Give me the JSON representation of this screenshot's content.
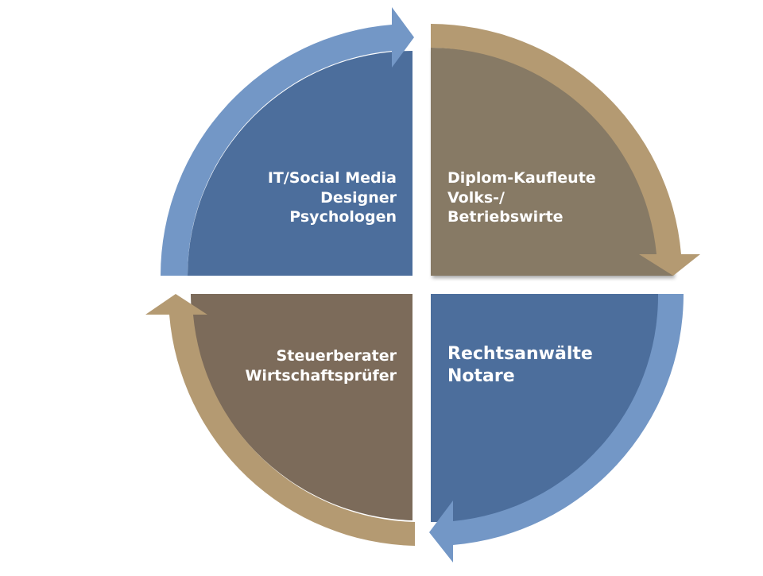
{
  "colors": {
    "blue_fill": "#4c6e9c",
    "blue_arrow": "#7397c6",
    "brown_fill": "#877a65",
    "brown_fill_dark": "#7c6b5a",
    "tan_arrow": "#b49a72",
    "text": "#ffffff"
  },
  "quadrants": {
    "top_left": {
      "lines": [
        "IT/Social Media",
        "Designer",
        "Psychologen"
      ]
    },
    "top_right": {
      "lines": [
        "Diplom-Kaufleute",
        "Volks-/",
        "Betriebswirte"
      ]
    },
    "bottom_right": {
      "lines": [
        "Rechtsanwälte",
        "Notare"
      ]
    },
    "bottom_left": {
      "lines": [
        "Steuerberater",
        "Wirtschaftsprüfer"
      ]
    }
  }
}
